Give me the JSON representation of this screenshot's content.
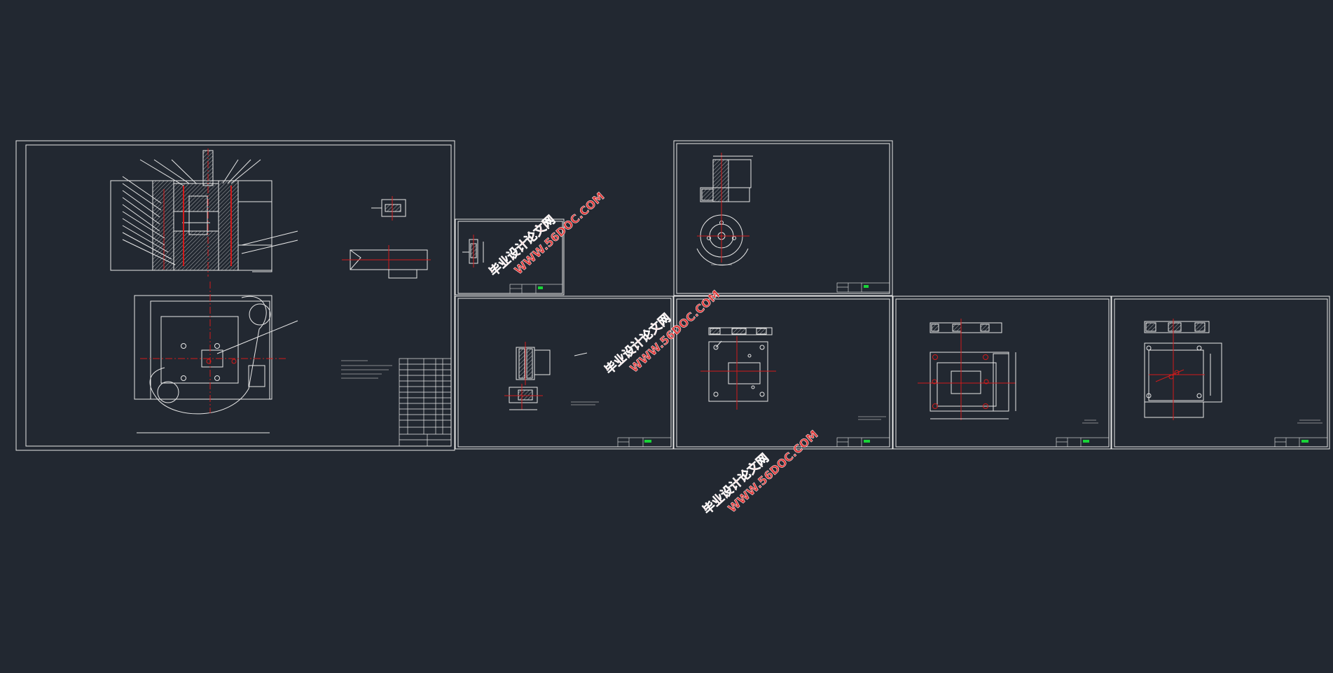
{
  "viewer": {
    "background": "#222831",
    "line_color": "#e8e8e8",
    "centerline_color": "#d21a1a",
    "hatch_color": "#cfcfcf",
    "accent_color": "#18d438"
  },
  "watermark": {
    "cn_text": "毕业设计论文网",
    "url_text": "WWW.56DOC.COM",
    "color": "#e23a3a"
  },
  "sheets": [
    {
      "id": "assembly",
      "kind": "assembly-drawing"
    },
    {
      "id": "small-part",
      "kind": "part-drawing"
    },
    {
      "id": "punch-part",
      "kind": "part-drawing"
    },
    {
      "id": "round-part",
      "kind": "part-drawing"
    },
    {
      "id": "plate-a",
      "kind": "part-drawing"
    },
    {
      "id": "plate-b",
      "kind": "part-drawing"
    },
    {
      "id": "plate-c",
      "kind": "part-drawing"
    }
  ]
}
